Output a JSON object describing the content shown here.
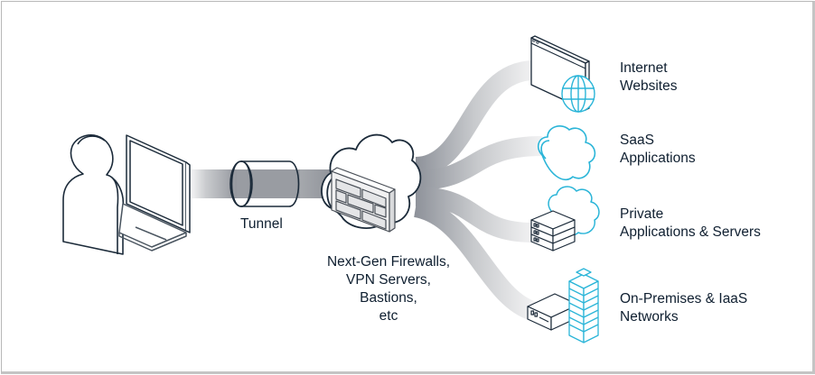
{
  "diagram": {
    "tunnel_label": "Tunnel",
    "gateway_label_lines": [
      "Next-Gen Firewalls,",
      "VPN Servers,",
      "Bastions,",
      "etc"
    ],
    "destinations": [
      {
        "icon": "browser-globe-icon",
        "lines": [
          "Internet",
          "Websites"
        ]
      },
      {
        "icon": "cloud-icon",
        "lines": [
          "SaaS",
          "Applications"
        ]
      },
      {
        "icon": "server-stack-cloud-icon",
        "lines": [
          "Private",
          "Applications & Servers"
        ]
      },
      {
        "icon": "server-building-icon",
        "lines": [
          "On-Premises & IaaS",
          "Networks"
        ]
      }
    ],
    "colors": {
      "outline": "#1c2b3a",
      "accent": "#2bb5d8",
      "flow_dark": "#8e929a",
      "flow_light": "#e6e6e8",
      "border": "#b8b8b8"
    }
  }
}
